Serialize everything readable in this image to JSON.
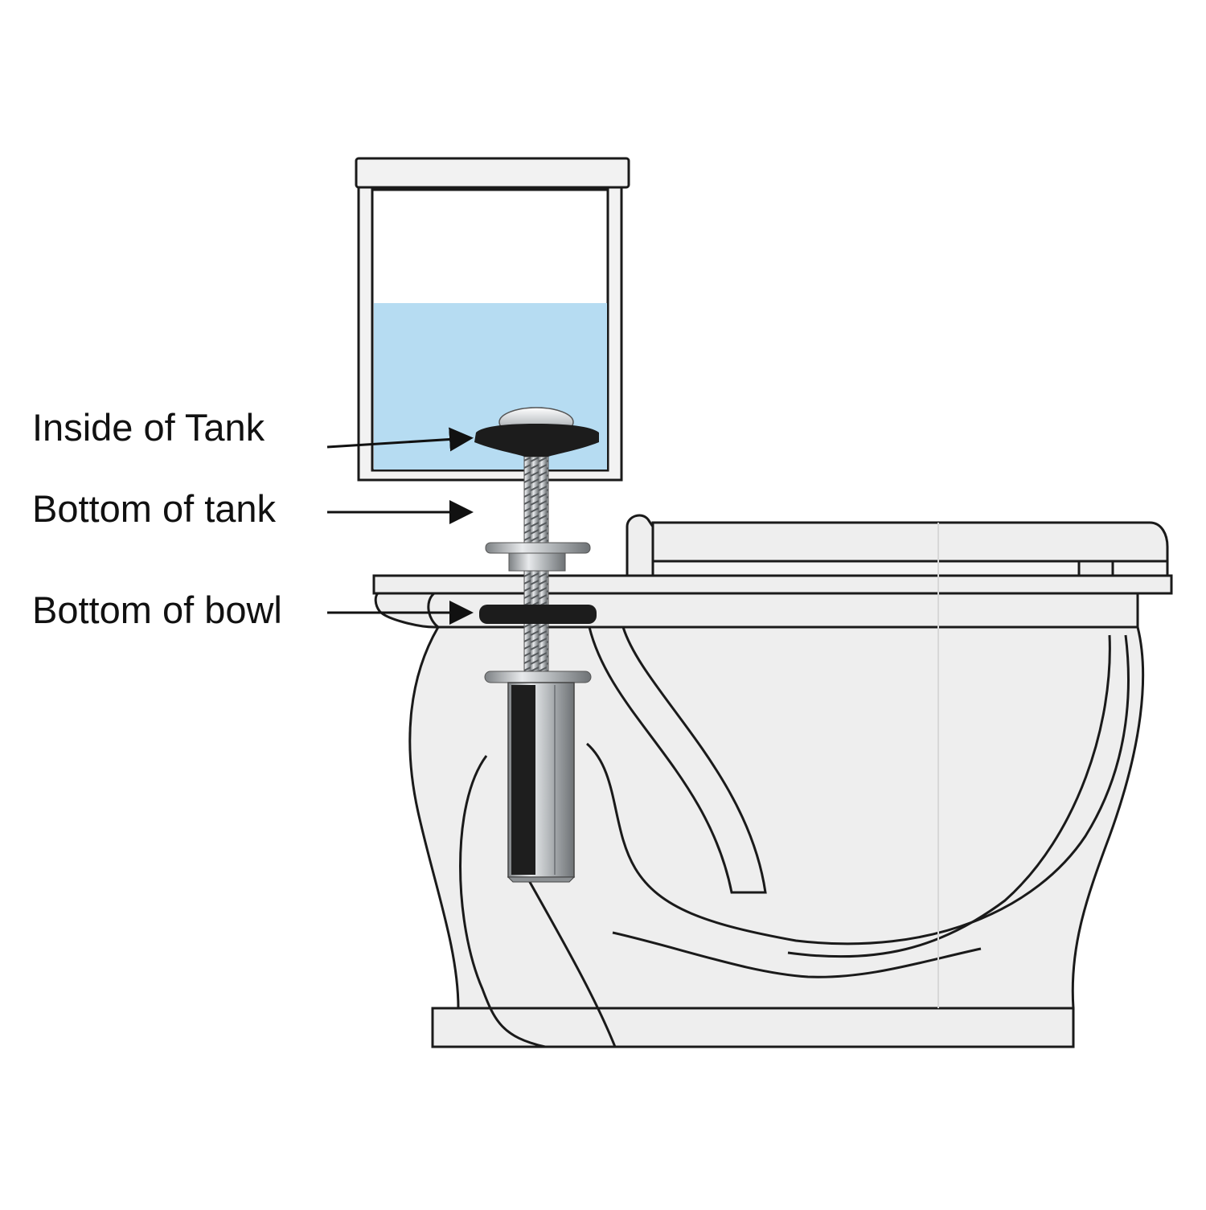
{
  "labels": {
    "inside_of_tank": "Inside of Tank",
    "bottom_of_tank": "Bottom of tank",
    "bottom_of_bowl": "Bottom of bowl"
  },
  "colors": {
    "background": "#ffffff",
    "outline": "#1a1a1a",
    "porcelain": "#eeeeee",
    "tank_fill": "#f2f2f2",
    "water": "#b6dcf2",
    "rubber_washer": "#1c1c1c",
    "steel": "#b9bcbf",
    "arrow": "#111111"
  },
  "icons": {
    "bolt": "tank-bolt-icon",
    "arrow": "callout-arrow-icon"
  }
}
